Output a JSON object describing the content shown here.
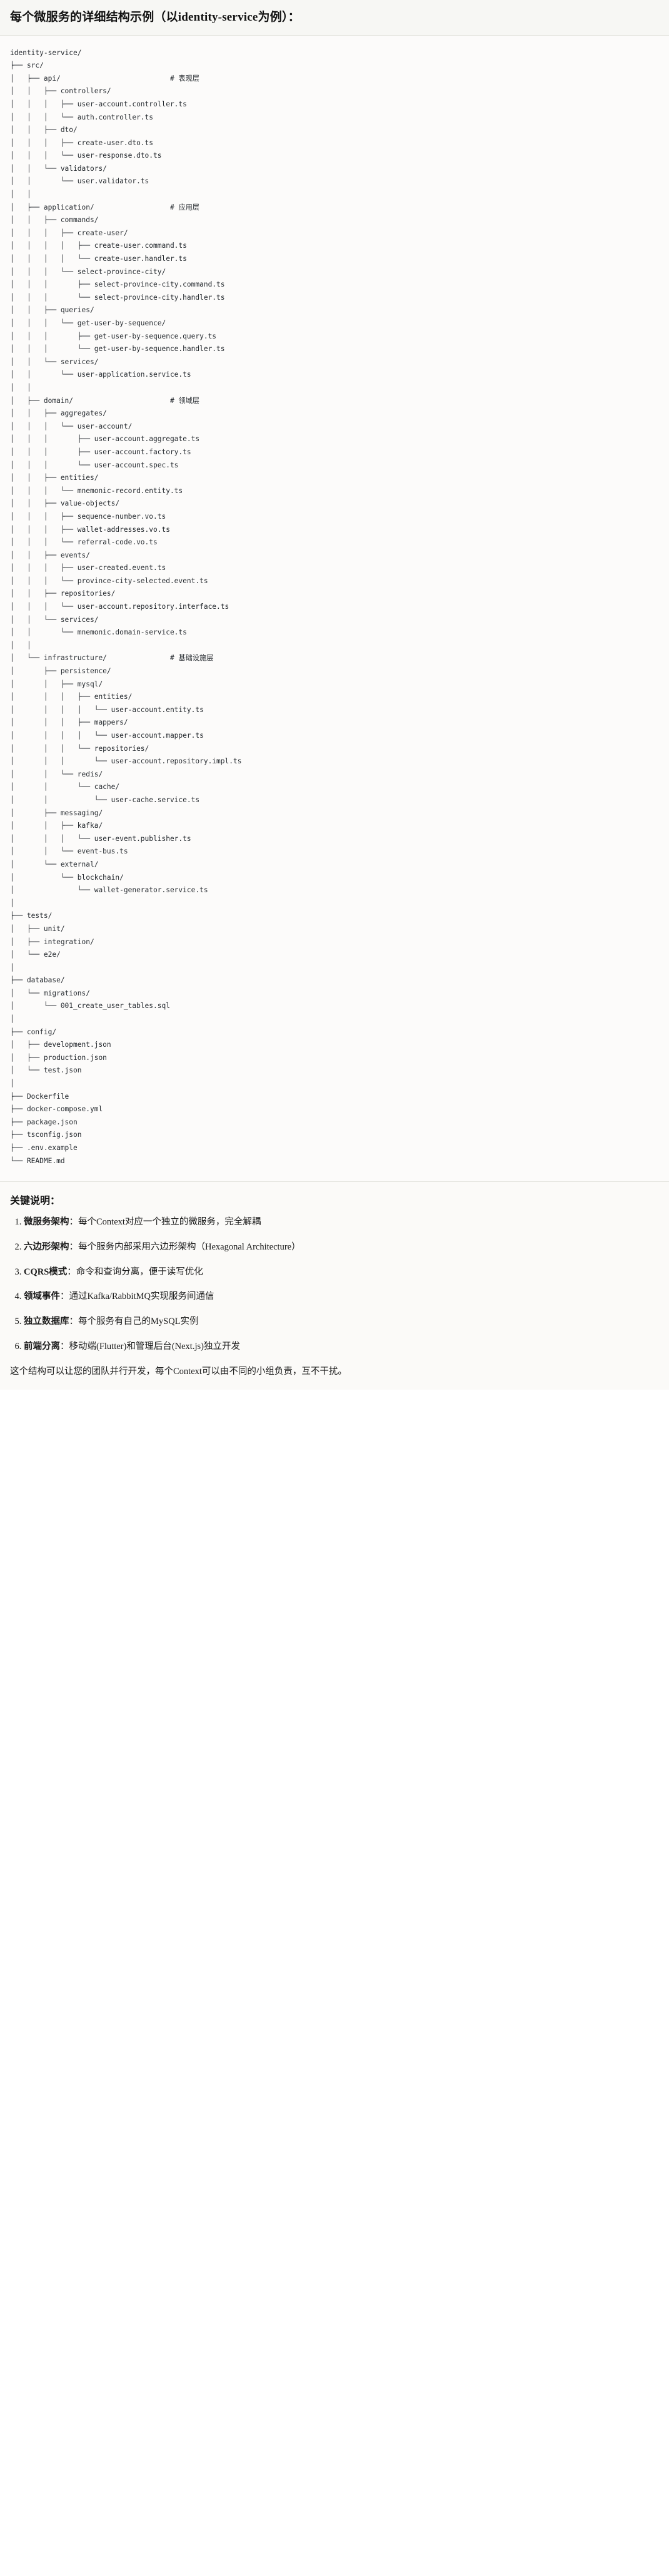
{
  "header": {
    "title": "每个微服务的详细结构示例（以identity-service为例）："
  },
  "tree": {
    "root": "identity-service/",
    "lines": [
      "identity-service/",
      "├── src/",
      "│   ├── api/                          # 表现层",
      "│   │   ├── controllers/",
      "│   │   │   ├── user-account.controller.ts",
      "│   │   │   └── auth.controller.ts",
      "│   │   ├── dto/",
      "│   │   │   ├── create-user.dto.ts",
      "│   │   │   └── user-response.dto.ts",
      "│   │   └── validators/",
      "│   │       └── user.validator.ts",
      "│   │",
      "│   ├── application/                  # 应用层",
      "│   │   ├── commands/",
      "│   │   │   ├── create-user/",
      "│   │   │   │   ├── create-user.command.ts",
      "│   │   │   │   └── create-user.handler.ts",
      "│   │   │   └── select-province-city/",
      "│   │   │       ├── select-province-city.command.ts",
      "│   │   │       └── select-province-city.handler.ts",
      "│   │   ├── queries/",
      "│   │   │   └── get-user-by-sequence/",
      "│   │   │       ├── get-user-by-sequence.query.ts",
      "│   │   │       └── get-user-by-sequence.handler.ts",
      "│   │   └── services/",
      "│   │       └── user-application.service.ts",
      "│   │",
      "│   ├── domain/                       # 领域层",
      "│   │   ├── aggregates/",
      "│   │   │   └── user-account/",
      "│   │   │       ├── user-account.aggregate.ts",
      "│   │   │       ├── user-account.factory.ts",
      "│   │   │       └── user-account.spec.ts",
      "│   │   ├── entities/",
      "│   │   │   └── mnemonic-record.entity.ts",
      "│   │   ├── value-objects/",
      "│   │   │   ├── sequence-number.vo.ts",
      "│   │   │   ├── wallet-addresses.vo.ts",
      "│   │   │   └── referral-code.vo.ts",
      "│   │   ├── events/",
      "│   │   │   ├── user-created.event.ts",
      "│   │   │   └── province-city-selected.event.ts",
      "│   │   ├── repositories/",
      "│   │   │   └── user-account.repository.interface.ts",
      "│   │   └── services/",
      "│   │       └── mnemonic.domain-service.ts",
      "│   │",
      "│   └── infrastructure/               # 基础设施层",
      "│       ├── persistence/",
      "│       │   ├── mysql/",
      "│       │   │   ├── entities/",
      "│       │   │   │   └── user-account.entity.ts",
      "│       │   │   ├── mappers/",
      "│       │   │   │   └── user-account.mapper.ts",
      "│       │   │   └── repositories/",
      "│       │   │       └── user-account.repository.impl.ts",
      "│       │   └── redis/",
      "│       │       └── cache/",
      "│       │           └── user-cache.service.ts",
      "│       ├── messaging/",
      "│       │   ├── kafka/",
      "│       │   │   └── user-event.publisher.ts",
      "│       │   └── event-bus.ts",
      "│       └── external/",
      "│           └── blockchain/",
      "│               └── wallet-generator.service.ts",
      "│",
      "├── tests/",
      "│   ├── unit/",
      "│   ├── integration/",
      "│   └── e2e/",
      "│",
      "├── database/",
      "│   └── migrations/",
      "│       └── 001_create_user_tables.sql",
      "│",
      "├── config/",
      "│   ├── development.json",
      "│   ├── production.json",
      "│   └── test.json",
      "│",
      "├── Dockerfile",
      "├── docker-compose.yml",
      "├── package.json",
      "├── tsconfig.json",
      "├── .env.example",
      "└── README.md"
    ],
    "layer_comments": [
      {
        "path": "api/",
        "comment": "# 表现层"
      },
      {
        "path": "application/",
        "comment": "# 应用层"
      },
      {
        "path": "domain/",
        "comment": "# 领域层"
      },
      {
        "path": "infrastructure/",
        "comment": "# 基础设施层"
      }
    ]
  },
  "notes": {
    "title": "关键说明：",
    "items": [
      {
        "term": "微服务架构",
        "body": "：每个Context对应一个独立的微服务，完全解耦"
      },
      {
        "term": "六边形架构",
        "body": "：每个服务内部采用六边形架构（Hexagonal Architecture）"
      },
      {
        "term": "CQRS模式",
        "body": "：命令和查询分离，便于读写优化"
      },
      {
        "term": "领域事件",
        "body": "：通过Kafka/RabbitMQ实现服务间通信"
      },
      {
        "term": "独立数据库",
        "body": "：每个服务有自己的MySQL实例"
      },
      {
        "term": "前端分离",
        "body": "：移动端(Flutter)和管理后台(Next.js)独立开发"
      }
    ],
    "closing": "这个结构可以让您的团队并行开发，每个Context可以由不同的小组负责，互不干扰。"
  }
}
